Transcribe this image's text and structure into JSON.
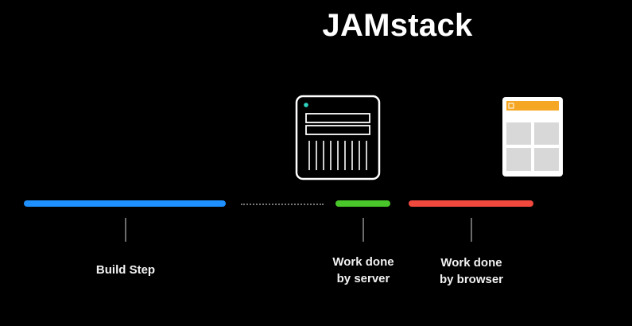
{
  "title": "JAMstack",
  "steps": [
    {
      "id": "build",
      "lines": [
        "Build Step"
      ],
      "color": "#1e90ff"
    },
    {
      "id": "server",
      "lines": [
        "Work done",
        "by server"
      ],
      "color": "#49c62a"
    },
    {
      "id": "browser",
      "lines": [
        "Work done",
        "by browser"
      ],
      "color": "#f2493f"
    }
  ],
  "connector_color": "#777777",
  "icons": {
    "server": "server-rack-icon",
    "browser": "browser-window-icon"
  }
}
